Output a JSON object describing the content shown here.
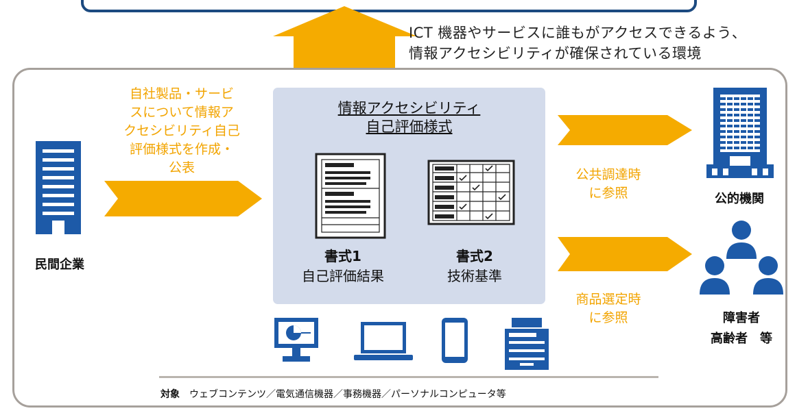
{
  "colors": {
    "navy": "#1c4a80",
    "blue": "#1d5aa8",
    "orange": "#f5ab00",
    "orange_text": "#f2a400",
    "panel": "#d3dbeb",
    "frame": "#a6a09b"
  },
  "top": {
    "line1": "ICT 機器やサービスに誰もがアクセスできるよう、",
    "line2": "情報アクセシビリティが確保されている環境"
  },
  "left": {
    "company_label": "民間企業",
    "arrow_text": [
      "自社製品・サービ",
      "スについて情報ア",
      "クセシビリティ自己",
      "評価様式を作成・",
      "公表"
    ]
  },
  "center": {
    "title_line1": "情報アクセシビリティ",
    "title_line2": "自己評価様式",
    "form1_title": "書式1",
    "form1_subtitle": "自己評価結果",
    "form2_title": "書式2",
    "form2_subtitle": "技術基準"
  },
  "right": {
    "public_text_line1": "公共調達時",
    "public_text_line2": "に参照",
    "public_label": "公的機関",
    "product_text_line1": "商品選定時",
    "product_text_line2": "に参照",
    "users_label_line1": "障害者",
    "users_label_line2": "高齢者　等"
  },
  "devices": [
    "monitor-icon",
    "laptop-icon",
    "smartphone-icon",
    "copier-icon"
  ],
  "footer": {
    "lead": "対象",
    "text": "ウェブコンテンツ／電気通信機器／事務機器／パーソナルコンピュータ等"
  }
}
